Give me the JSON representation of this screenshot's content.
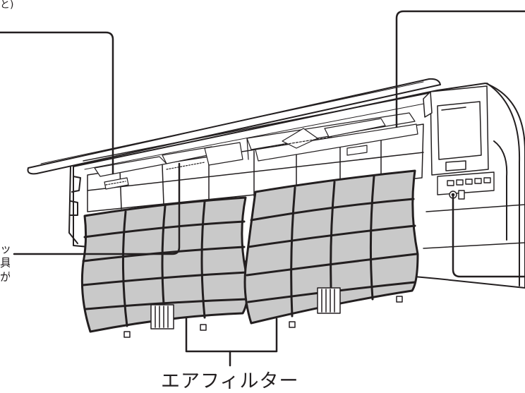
{
  "labels": {
    "main": "エアフィルター",
    "left_fragment": [
      "ッ",
      "具",
      "が"
    ],
    "top_fragment": "と)"
  },
  "colors": {
    "line": "#231f20",
    "filter_fill": "#c9c9c9",
    "unit_fill": "#ffffff"
  }
}
